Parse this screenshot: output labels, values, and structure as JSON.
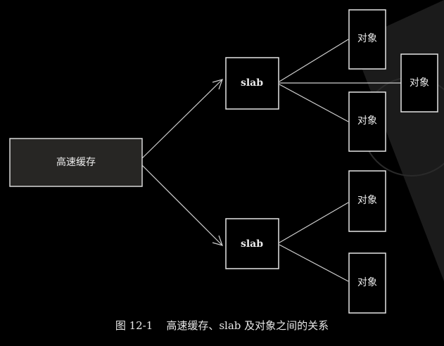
{
  "diagram": {
    "nodes": {
      "cache": {
        "label": "高速缓存"
      },
      "slab1": {
        "label": "slab"
      },
      "slab2": {
        "label": "slab"
      },
      "obj1": {
        "label": "对象"
      },
      "obj2": {
        "label": "对象"
      },
      "obj3": {
        "label": "对象"
      },
      "obj4": {
        "label": "对象"
      },
      "obj5": {
        "label": "对象"
      }
    },
    "edges": [
      {
        "from": "cache",
        "to": "slab1",
        "arrow": true
      },
      {
        "from": "cache",
        "to": "slab2",
        "arrow": true
      },
      {
        "from": "slab1",
        "to": "obj1",
        "arrow": false
      },
      {
        "from": "slab1",
        "to": "obj2",
        "arrow": false
      },
      {
        "from": "slab1",
        "to": "obj3",
        "arrow": false
      },
      {
        "from": "slab2",
        "to": "obj4",
        "arrow": false
      },
      {
        "from": "slab2",
        "to": "obj5",
        "arrow": false
      }
    ]
  },
  "caption": {
    "figure_number": "图 12-1",
    "text": "高速缓存、slab 及对象之间的关系"
  },
  "colors": {
    "background": "#000000",
    "line": "#e6e6e6",
    "cache_fill": "#272624"
  }
}
